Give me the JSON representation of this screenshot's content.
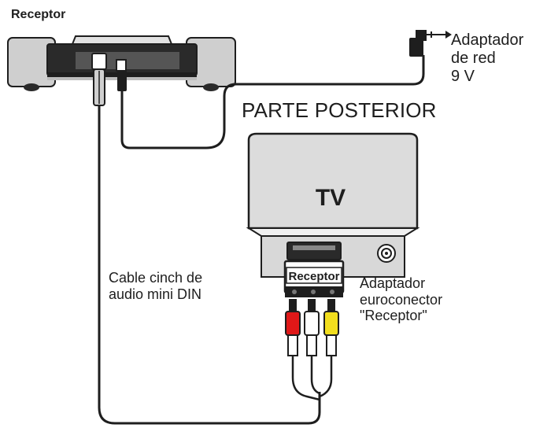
{
  "labels": {
    "receiver_title": "Receptor",
    "power_adapter": "Adaptador\nde red\n9 V",
    "rear_side": "PARTE POSTERIOR",
    "tv": "TV",
    "scart_plug": "Receptor",
    "cable": "Cable cinch de\naudio mini DIN",
    "scart_adapter": "Adaptador\neuroconector\n\"Receptor\""
  },
  "colors": {
    "outline": "#1e1e1e",
    "receiver_body": "#d2d2d2",
    "tv_body": "#dcdcdc",
    "plug_red": "#e01818",
    "plug_white": "#ffffff",
    "plug_yellow": "#f2de1e"
  }
}
